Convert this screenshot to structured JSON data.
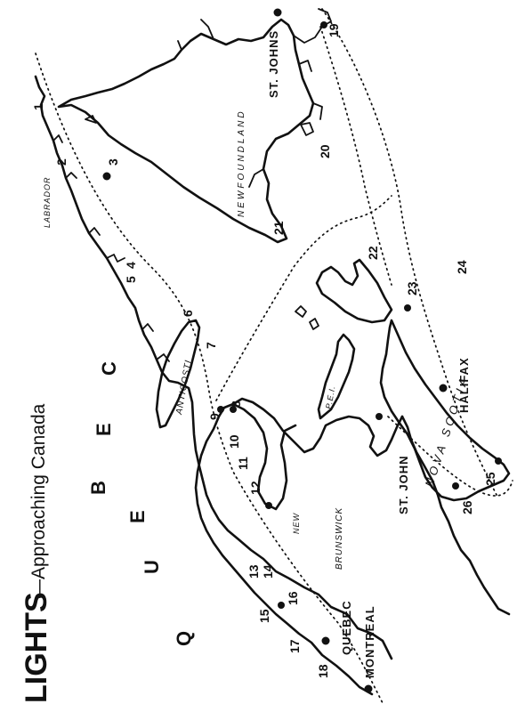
{
  "title": {
    "main": "LIGHTS",
    "sub": "—Approaching Canada"
  },
  "regions": {
    "quebec": [
      "Q",
      "U",
      "E",
      "B",
      "E",
      "C"
    ],
    "labrador": "LABRADOR",
    "newfoundland": "NEWFOUNDLAND",
    "anticosti": "ANTICOSTI",
    "new_brunswick_1": "NEW",
    "new_brunswick_2": "BRUNSWICK",
    "pei": "P.E.I.",
    "nova_scotia": "NOVA SCOTIA"
  },
  "places": {
    "st_johns": "ST. JOHNS",
    "halifax": "HALIFAX",
    "st_john": "ST. JOHN",
    "quebec": "QUEBEC",
    "montreal": "MONTREAL"
  },
  "lights": [
    "1",
    "2",
    "3",
    "4",
    "5",
    "6",
    "7",
    "8",
    "9",
    "10",
    "11",
    "12",
    "13",
    "14",
    "15",
    "16",
    "17",
    "18",
    "19",
    "20",
    "21",
    "22",
    "23",
    "24",
    "25",
    "26"
  ]
}
